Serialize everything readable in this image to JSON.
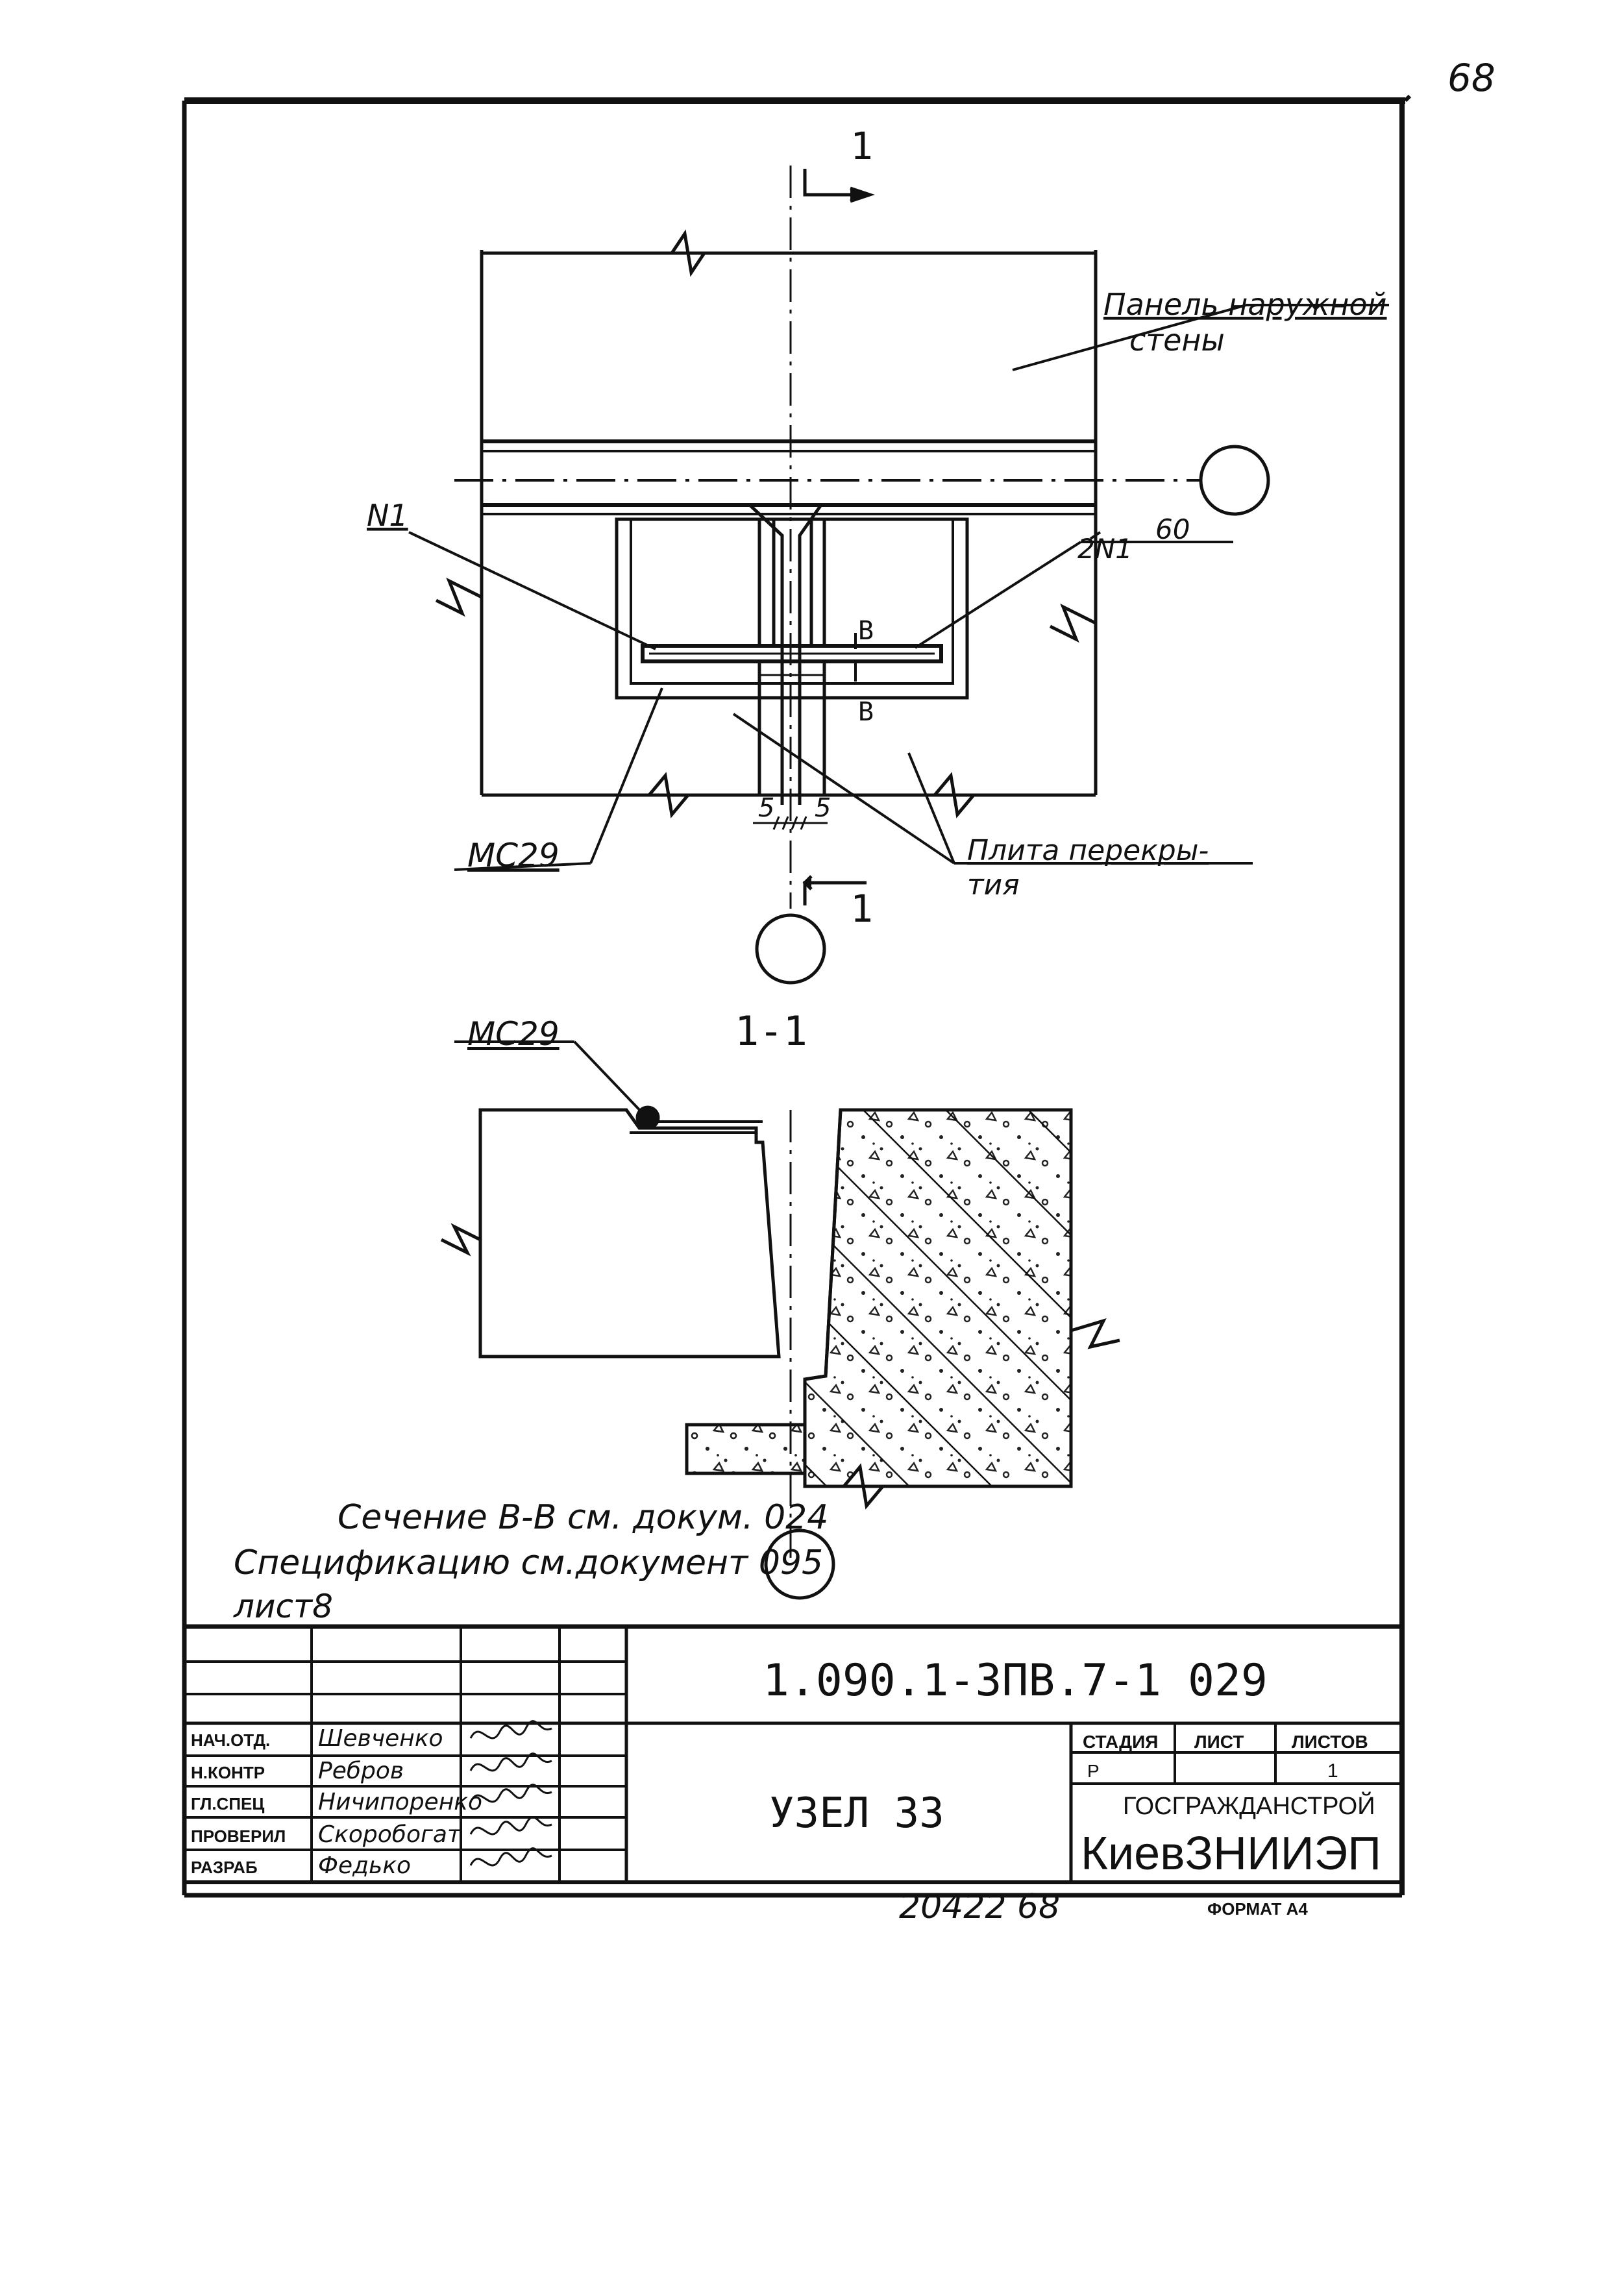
{
  "sheet_mark": "68",
  "plan": {
    "section_mark_top": "1",
    "section_mark_bottom": "1",
    "label_panel_line1": "Панель наружной",
    "label_panel_line2": "стены",
    "label_n1": "N1",
    "label_2n1": "2N1",
    "label_60": "60",
    "label_b_top": "В",
    "label_b_bottom": "В",
    "dim_left": "5",
    "dim_right": "5",
    "label_mc29": "МС29",
    "label_slab_line1": "Плита перекры-",
    "label_slab_line2": "тия"
  },
  "section": {
    "title": "1-1",
    "label_mc29": "МС29"
  },
  "notes": {
    "line1": "Сечение В-В см. докум. 024",
    "line2": "Спецификацию см.документ 095",
    "line3": "лист8"
  },
  "title_block": {
    "doc_code": "1.090.1-3ПВ.7-1   029",
    "drawing_name": "УЗЕЛ 33",
    "roles": [
      {
        "role": "НАЧ.ОТД.",
        "name": "Шевченко"
      },
      {
        "role": "Н.КОНТР",
        "name": "Ребров"
      },
      {
        "role": "ГЛ.СПЕЦ",
        "name": "Ничипоренко"
      },
      {
        "role": "ПРОВЕРИЛ",
        "name": "Скоробогат"
      },
      {
        "role": "РАЗРАБ",
        "name": "Федько"
      }
    ],
    "stage_header": "СТАДИЯ",
    "sheet_header": "ЛИСТ",
    "sheets_header": "ЛИСТОВ",
    "stage_value": "Р",
    "sheet_value": "",
    "sheets_value": "1",
    "org_line1": "ГОСГРАЖДАНСТРОЙ",
    "org_line2": "КиевЗНИИЭП"
  },
  "footer": {
    "inventory": "20422   68",
    "format": "ФОРМАТ А4"
  }
}
